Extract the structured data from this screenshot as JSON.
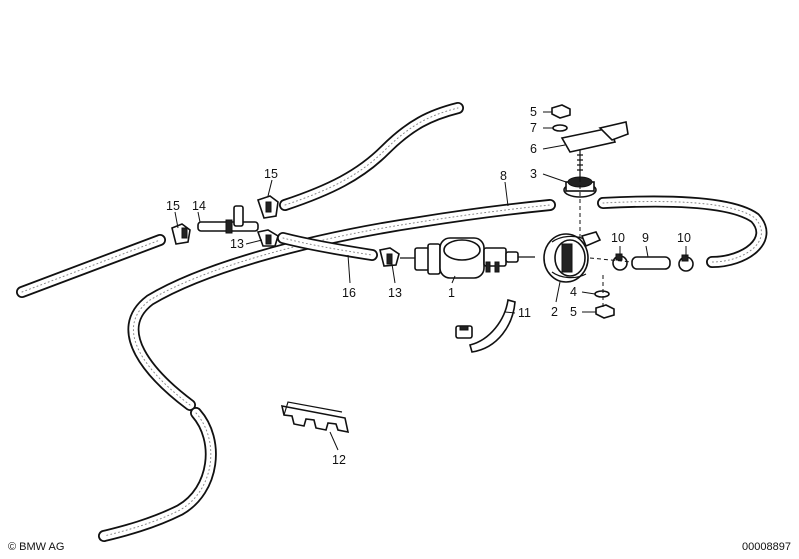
{
  "callouts": {
    "c1": "1",
    "c2": "2",
    "c3": "3",
    "c4": "4",
    "c5a": "5",
    "c5b": "5",
    "c6": "6",
    "c7": "7",
    "c8": "8",
    "c9": "9",
    "c10a": "10",
    "c10b": "10",
    "c11": "11",
    "c12": "12",
    "c13a": "13",
    "c13b": "13",
    "c14": "14",
    "c15a": "15",
    "c15b": "15",
    "c16": "16"
  },
  "footer": {
    "copyright": "© BMW AG",
    "diagram_id": "00008897"
  }
}
